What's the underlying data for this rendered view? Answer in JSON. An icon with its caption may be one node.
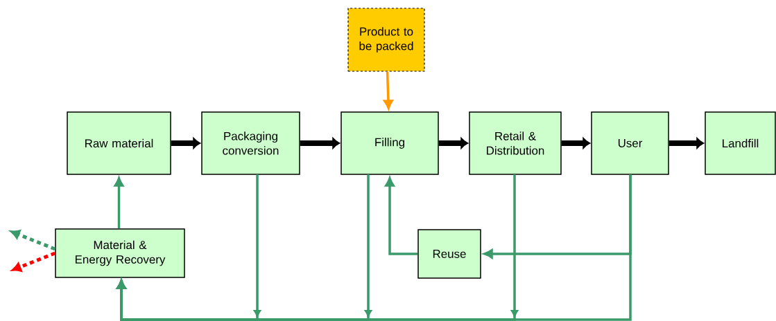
{
  "diagram": {
    "nodes": [
      {
        "text": [
          "Product to be packed"
        ]
      },
      {
        "text": [
          "Raw material"
        ]
      },
      {
        "text": [
          "Packaging conversion"
        ]
      },
      {
        "text": [
          "Filling"
        ]
      },
      {
        "text": [
          "Retail & Distribution"
        ]
      },
      {
        "text": [
          "User"
        ]
      },
      {
        "text": [
          "Landfill"
        ]
      },
      {
        "text": [
          "Material & Energy Recovery"
        ]
      },
      {
        "text": [
          "Reuse"
        ]
      }
    ],
    "edges": [
      {
        "from": 0,
        "to": 3,
        "arrow": "to",
        "color": "#ff9900"
      },
      {
        "from": 1,
        "to": 2,
        "arrow": "to",
        "style": "thick",
        "color": "#000000"
      },
      {
        "from": 2,
        "to": 3,
        "arrow": "to",
        "style": "thick",
        "color": "#000000"
      },
      {
        "from": 3,
        "to": 4,
        "arrow": "to",
        "style": "thick",
        "color": "#000000"
      },
      {
        "from": 4,
        "to": 5,
        "arrow": "to",
        "style": "thick",
        "color": "#000000"
      },
      {
        "from": 5,
        "to": 6,
        "arrow": "to",
        "style": "thick",
        "color": "#000000"
      },
      {
        "from": 7,
        "to": 1,
        "arrow": "to"
      },
      {
        "from": 2,
        "to": 7,
        "arrow": "to"
      },
      {
        "from": 3,
        "to": 7,
        "arrow": "to"
      },
      {
        "from": 4,
        "to": 7,
        "arrow": "to"
      },
      {
        "from": 5,
        "to": 7,
        "arrow": "to"
      },
      {
        "from": 5,
        "to": 8,
        "arrow": "to"
      },
      {
        "from": 8,
        "to": 3,
        "arrow": "to"
      },
      {
        "from": 7,
        "to": null,
        "arrow": "to",
        "style": "dashed"
      },
      {
        "from": 7,
        "to": null,
        "arrow": "to",
        "style": "dashed",
        "color": "#ff0000"
      }
    ]
  }
}
